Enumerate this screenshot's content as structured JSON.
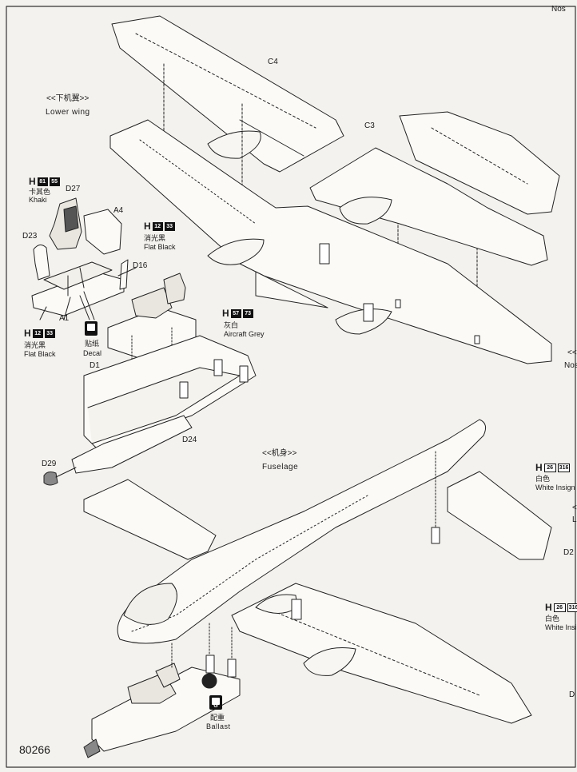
{
  "document_number": "80266",
  "sections": {
    "lower_wing": {
      "zh": "<<下机翼>>",
      "en": "Lower wing"
    },
    "fuselage": {
      "zh": "<<机身>>",
      "en": "Fuselage"
    }
  },
  "parts": {
    "c4": "C4",
    "c3": "C3",
    "d27": "D27",
    "a4": "A4",
    "d23": "D23",
    "d16": "D16",
    "a1": "A1",
    "d1": "D1",
    "d24": "D24",
    "d29": "D29",
    "d2": "D2",
    "d_edge": "D"
  },
  "paints": {
    "khaki": {
      "letter": "H",
      "num1": "81",
      "num2": "55",
      "zh": "卡其色",
      "en": "Khaki"
    },
    "flat_black_top": {
      "letter": "H",
      "num1": "12",
      "num2": "33",
      "zh": "消光黑",
      "en": "Flat Black"
    },
    "flat_black_left": {
      "letter": "H",
      "num1": "12",
      "num2": "33",
      "zh": "消光黑",
      "en": "Flat Black"
    },
    "aircraft_grey": {
      "letter": "H",
      "num1": "57",
      "num2": "73",
      "zh": "灰白",
      "en": "Aircraft Grey"
    },
    "white_insignia_1": {
      "letter": "H",
      "num1": "26",
      "num2": "316",
      "zh": "白色",
      "en": "White Insign"
    },
    "white_insignia_2": {
      "letter": "H",
      "num1": "26",
      "num2": "316",
      "zh": "白色",
      "en": "White Insi"
    }
  },
  "decal": {
    "zh": "贴纸",
    "en": "Decal"
  },
  "ballast": {
    "zh": "配重",
    "en": "Ballast",
    "icon_letter": "G"
  },
  "edge_cut": {
    "nose": "Nos",
    "l_frag": "L",
    "angle": "<<"
  }
}
